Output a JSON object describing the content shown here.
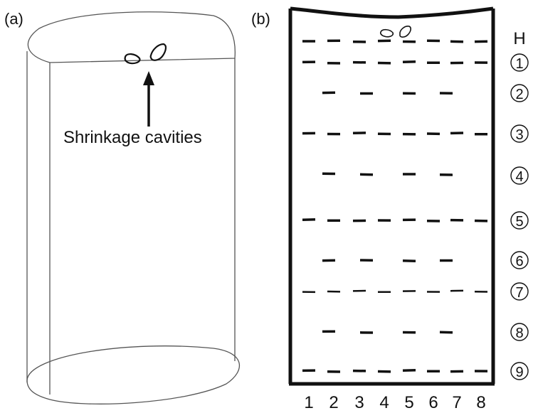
{
  "panel_a": {
    "label": "(a)",
    "annotation": "Shrinkage cavities"
  },
  "panel_b": {
    "label": "(b)",
    "row_labels": [
      "H",
      "1",
      "2",
      "3",
      "4",
      "5",
      "6",
      "7",
      "8",
      "9"
    ],
    "column_labels": [
      "1",
      "2",
      "3",
      "4",
      "5",
      "6",
      "7",
      "8"
    ]
  },
  "colors": {
    "stroke": "#111111",
    "thin_stroke": "#555555"
  }
}
